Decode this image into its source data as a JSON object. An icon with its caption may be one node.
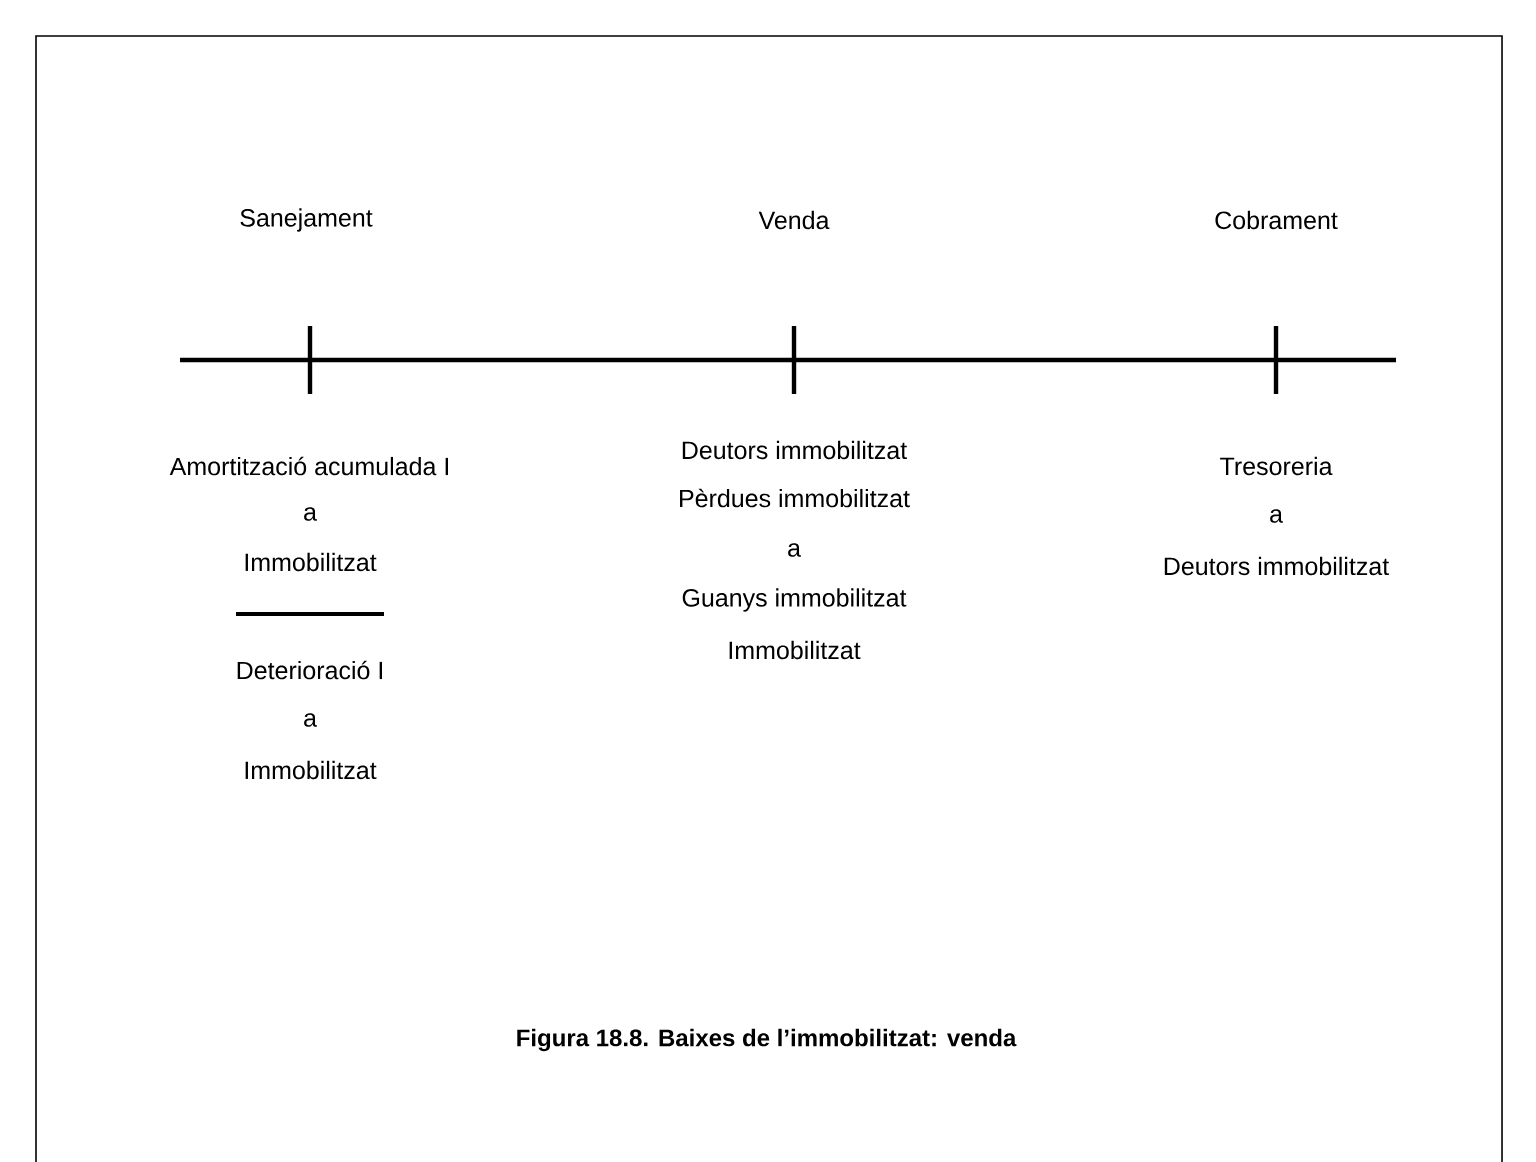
{
  "diagram": {
    "caption": "Figura 18.8. Baixes de l’immobilitzat: venda",
    "labels": [
      "Sanejament",
      "Venda",
      "Cobrament",
      "Amortització acumulada I",
      "a",
      "Immobilitzat",
      "Deterioració I",
      "a",
      "Immobilitzat",
      "Deutors immobilitzat",
      "Pèrdues immobilitzat",
      "a",
      "Guanys immobilitzat",
      "Immobilitzat",
      "Tresoreria",
      "a",
      "Deutors immobilitzat"
    ]
  }
}
